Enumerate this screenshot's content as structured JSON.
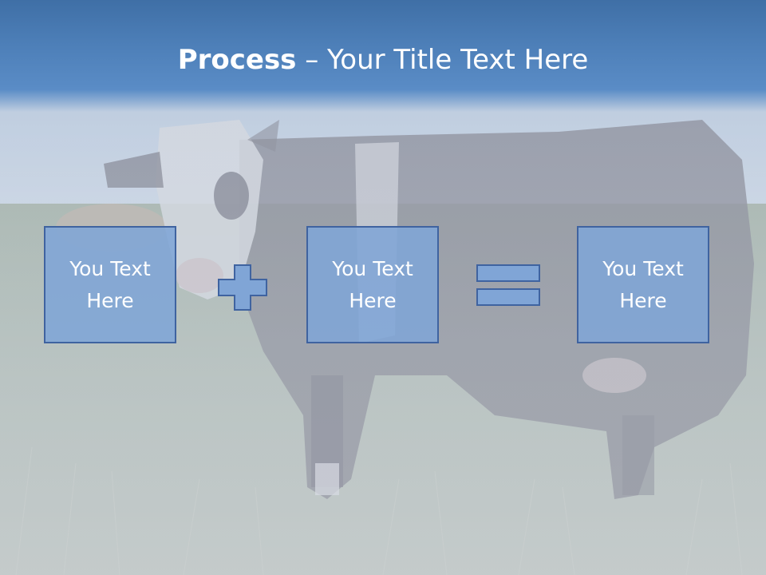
{
  "slide": {
    "title_bold": "Process",
    "title_rest": " – Your Title Text Here"
  },
  "process": {
    "box_1": "You Text\nHere",
    "box_2": "You Text\nHere",
    "box_3": "You Text\nHere"
  },
  "symbols": {
    "operator_1": "plus-icon",
    "operator_2": "equals-icon"
  },
  "colors": {
    "title_band": "#4a7bb5",
    "box_fill": "#80a5d6",
    "box_border": "#3f63a0",
    "text": "#ffffff"
  }
}
